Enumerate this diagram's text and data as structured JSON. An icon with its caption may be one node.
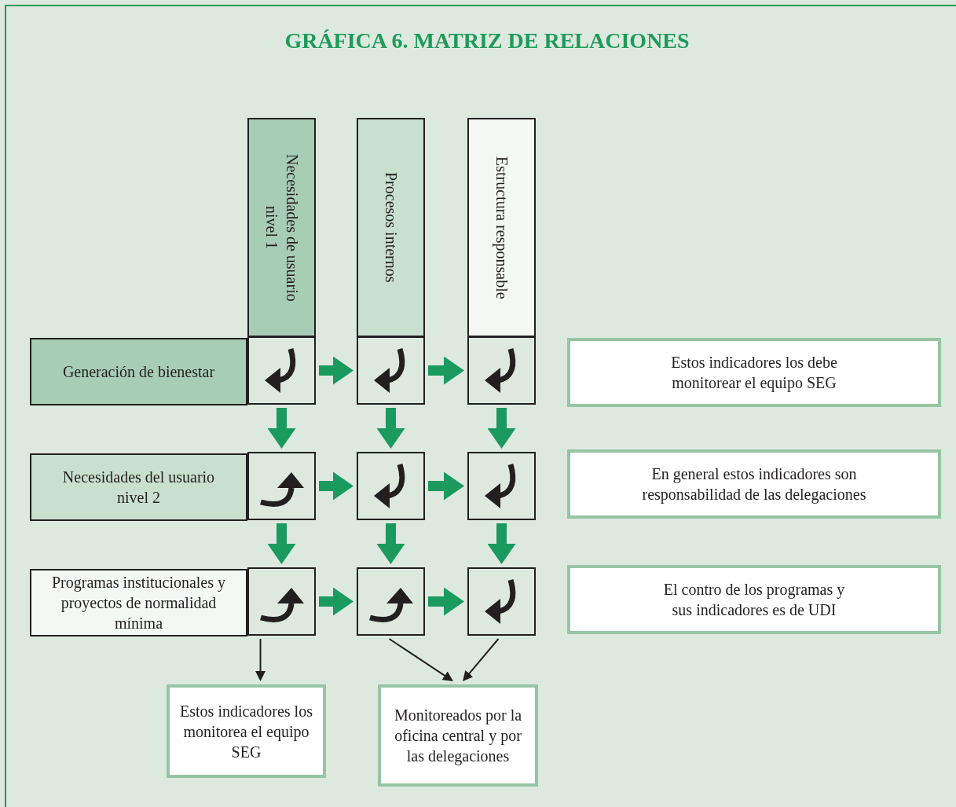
{
  "diagram": {
    "title": "GRÁFICA 6. MATRIZ DE RELACIONES",
    "nodes": [
      {
        "text": [
          "Necesidades de usuario nivel 1"
        ]
      },
      {
        "text": [
          "Procesos internos"
        ]
      },
      {
        "text": [
          "Estructura responsable"
        ]
      },
      {
        "text": [
          "Generación de bienestar"
        ]
      },
      {
        "text": [
          "Necesidades del usuario nivel 2"
        ]
      },
      {
        "text": [
          "Programas institucionales y proyectos de normalidad mínima"
        ]
      },
      {
        "text": [],
        "shape": "box"
      },
      {
        "text": [],
        "shape": "box"
      },
      {
        "text": [],
        "shape": "box"
      },
      {
        "text": [],
        "shape": "box"
      },
      {
        "text": [],
        "shape": "box"
      },
      {
        "text": [],
        "shape": "box"
      },
      {
        "text": [],
        "shape": "box"
      },
      {
        "text": [],
        "shape": "box"
      },
      {
        "text": [],
        "shape": "box"
      },
      {
        "text": [
          "Estos indicadores los debe monitorear el equipo SEG"
        ]
      },
      {
        "text": [
          "En general estos indicadores son responsabilidad de las delegaciones"
        ]
      },
      {
        "text": [
          "El contro de los programas y sus indicadores es de UDI"
        ]
      },
      {
        "text": [
          "Estos indicadores los monitorea el equipo SEG"
        ]
      },
      {
        "text": [
          "Monitoreados por la oficina central y por las delegaciones"
        ]
      }
    ],
    "edges": [
      {
        "from": 6,
        "to": 7,
        "arrow": "to"
      },
      {
        "from": 7,
        "to": 8,
        "arrow": "to"
      },
      {
        "from": 9,
        "to": 10,
        "arrow": "to"
      },
      {
        "from": 10,
        "to": 11,
        "arrow": "to"
      },
      {
        "from": 12,
        "to": 13,
        "arrow": "to"
      },
      {
        "from": 13,
        "to": 14,
        "arrow": "to"
      },
      {
        "from": 6,
        "to": 9,
        "arrow": "to"
      },
      {
        "from": 7,
        "to": 10,
        "arrow": "to"
      },
      {
        "from": 8,
        "to": 11,
        "arrow": "to"
      },
      {
        "from": 9,
        "to": 12,
        "arrow": "to"
      },
      {
        "from": 10,
        "to": 13,
        "arrow": "to"
      },
      {
        "from": 11,
        "to": 14,
        "arrow": "to"
      },
      {
        "from": 12,
        "to": 18,
        "arrow": "to",
        "color": "#231f20"
      },
      {
        "from": 13,
        "to": 19,
        "arrow": "to",
        "color": "#231f20"
      },
      {
        "from": 14,
        "to": 19,
        "arrow": "to",
        "color": "#231f20"
      }
    ]
  }
}
